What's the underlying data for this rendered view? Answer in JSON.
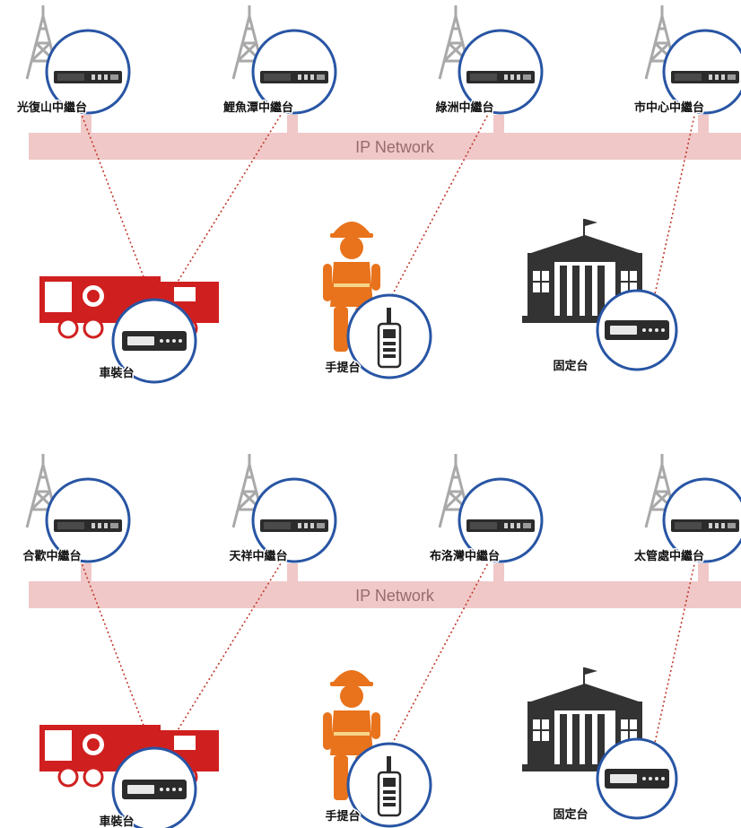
{
  "networks": [
    {
      "network_label": "IP Network",
      "repeaters": [
        {
          "name": "光復山中繼台"
        },
        {
          "name": "鯉魚潭中繼台"
        },
        {
          "name": "綠洲中繼台"
        },
        {
          "name": "市中心中繼台"
        }
      ],
      "terminals": [
        {
          "name": "車裝台",
          "icon": "fire-truck-icon"
        },
        {
          "name": "手提台",
          "icon": "firefighter-icon"
        },
        {
          "name": "固定台",
          "icon": "building-icon"
        }
      ]
    },
    {
      "network_label": "IP Network",
      "repeaters": [
        {
          "name": "合歡中繼台"
        },
        {
          "name": "天祥中繼台"
        },
        {
          "name": "布洛灣中繼台"
        },
        {
          "name": "太管處中繼台"
        }
      ],
      "terminals": [
        {
          "name": "車裝台",
          "icon": "fire-truck-icon"
        },
        {
          "name": "手提台",
          "icon": "firefighter-icon"
        },
        {
          "name": "固定台",
          "icon": "building-icon"
        }
      ]
    }
  ],
  "colors": {
    "network_band": "#f0c8c8",
    "ring": "#2855a4",
    "link": "#c0392b",
    "truck": "#d01f1f",
    "firefighter": "#e8731c",
    "building": "#333333",
    "tower": "#a9a9a9"
  }
}
